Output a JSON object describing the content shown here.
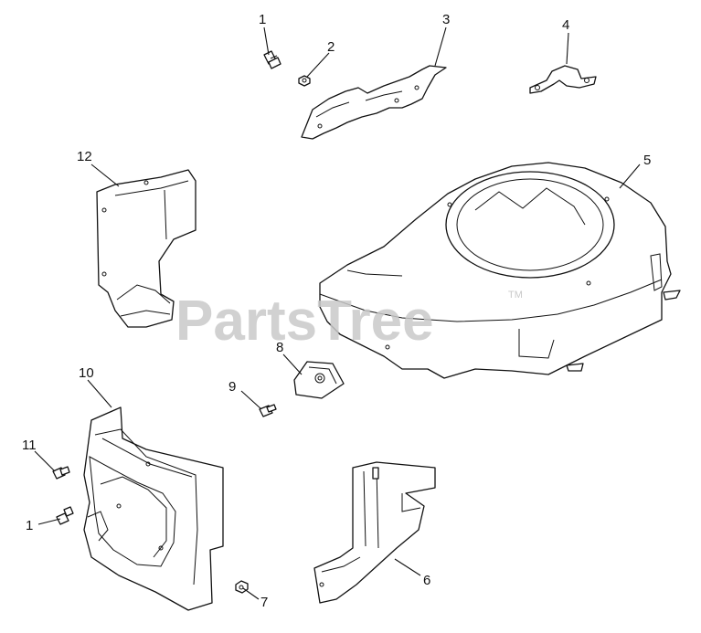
{
  "watermark": {
    "text": "PartsTree",
    "mark": "TM"
  },
  "callouts": [
    {
      "id": "c1a",
      "label": "1"
    },
    {
      "id": "c2",
      "label": "2"
    },
    {
      "id": "c3",
      "label": "3"
    },
    {
      "id": "c4",
      "label": "4"
    },
    {
      "id": "c5",
      "label": "5"
    },
    {
      "id": "c6",
      "label": "6"
    },
    {
      "id": "c7",
      "label": "7"
    },
    {
      "id": "c8",
      "label": "8"
    },
    {
      "id": "c9",
      "label": "9"
    },
    {
      "id": "c10",
      "label": "10"
    },
    {
      "id": "c11",
      "label": "11"
    },
    {
      "id": "c12",
      "label": "12"
    },
    {
      "id": "c1b",
      "label": "1"
    }
  ]
}
